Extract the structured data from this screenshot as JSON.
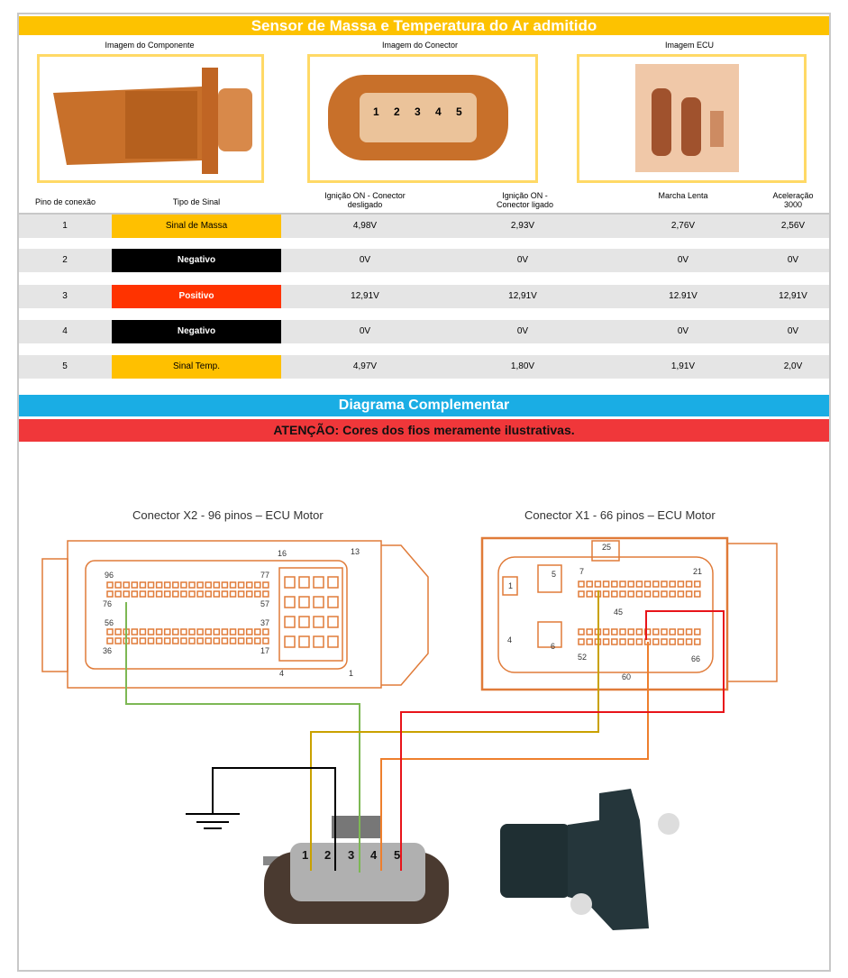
{
  "title": "Sensor de Massa e Temperatura do Ar admitido",
  "images": {
    "component": "Imagem do Componente",
    "connector": "Imagem do Conector",
    "ecu": "Imagem ECU"
  },
  "connector_pins": [
    "1",
    "2",
    "3",
    "4",
    "5"
  ],
  "table": {
    "headers": [
      "Pino de conexão",
      "Tipo de Sinal",
      "Ignição ON - Conector desligado",
      "Ignição ON - Conector ligado",
      "Marcha Lenta",
      "Aceleração 3000"
    ],
    "rows": [
      {
        "pin": "1",
        "signal": "Sinal de Massa",
        "color": "#FFC000",
        "text_color": "#000",
        "v": [
          "4,98V",
          "2,93V",
          "2,76V",
          "2,56V"
        ]
      },
      {
        "pin": "2",
        "signal": "Negativo",
        "color": "#000000",
        "text_color": "#fff",
        "v": [
          "0V",
          "0V",
          "0V",
          "0V"
        ]
      },
      {
        "pin": "3",
        "signal": "Positivo",
        "color": "#FF3300",
        "text_color": "#fff",
        "v": [
          "12,91V",
          "12,91V",
          "12.91V",
          "12,91V"
        ]
      },
      {
        "pin": "4",
        "signal": "Negativo",
        "color": "#000000",
        "text_color": "#fff",
        "v": [
          "0V",
          "0V",
          "0V",
          "0V"
        ]
      },
      {
        "pin": "5",
        "signal": "Sinal Temp.",
        "color": "#FFC000",
        "text_color": "#000",
        "v": [
          "4,97V",
          "1,80V",
          "1,91V",
          "2,0V"
        ]
      }
    ]
  },
  "diagram_title": "Diagrama Complementar",
  "warning": "ATENÇÃO: Cores dos fios meramente ilustrativas.",
  "x2": {
    "caption": "Conector X2 - 96 pinos – ECU Motor",
    "labels": [
      "96",
      "77",
      "76",
      "57",
      "56",
      "37",
      "36",
      "17",
      "16",
      "13",
      "4",
      "1"
    ]
  },
  "x1": {
    "caption": "Conector X1 - 66 pinos – ECU Motor",
    "labels": [
      "25",
      "7",
      "21",
      "5",
      "1",
      "45",
      "4",
      "6",
      "52",
      "66",
      "60"
    ]
  },
  "colors": {
    "yellow": "#FDC200",
    "blue": "#1AADE4",
    "red": "#F0373A",
    "ecu": "#D2691E"
  }
}
